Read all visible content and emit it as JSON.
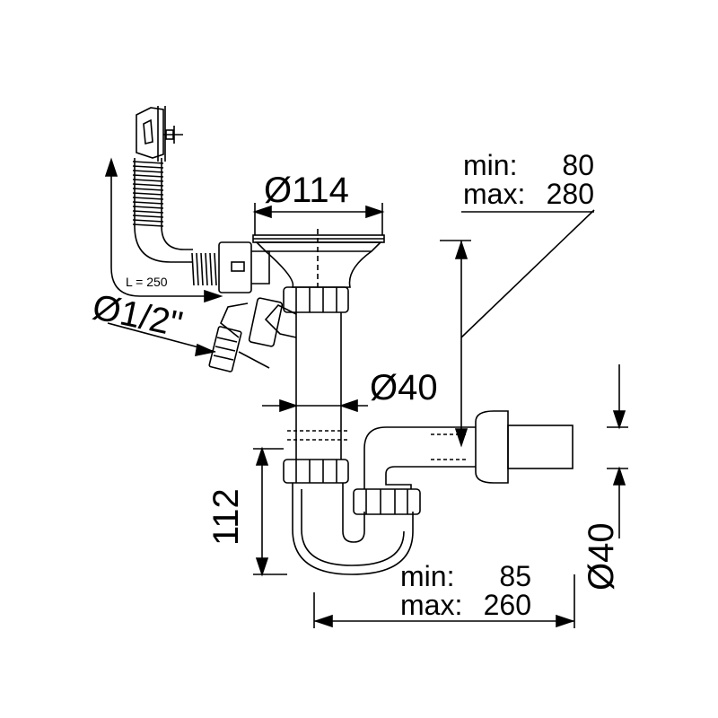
{
  "dimensions": {
    "bowl_diameter": "Ø114",
    "inlet_thread": "Ø1/2\"",
    "pipe_diameter": "Ø40",
    "outlet_diameter": "Ø40",
    "trap_height": "112",
    "overflow_length": "L = 250",
    "height_range": {
      "min_label": "min:",
      "min_value": "80",
      "max_label": "max:",
      "max_value": "280"
    },
    "outlet_range": {
      "min_label": "min:",
      "min_value": "85",
      "max_label": "max:",
      "max_value": "260"
    }
  },
  "colors": {
    "line": "#000000",
    "background": "#ffffff"
  }
}
